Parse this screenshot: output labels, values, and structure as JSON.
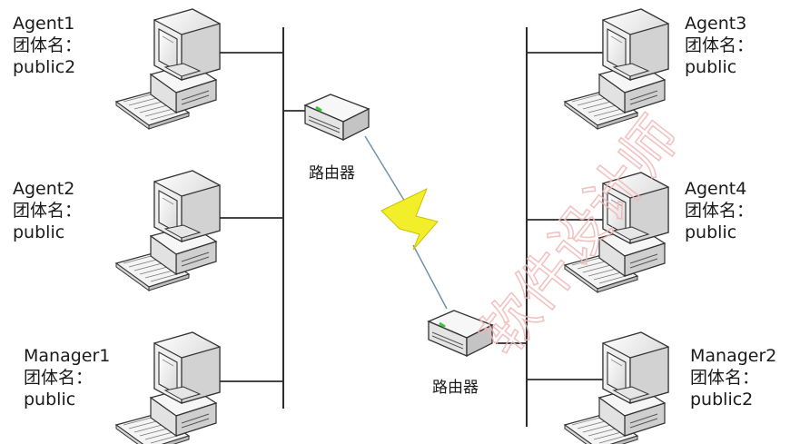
{
  "nodes": {
    "agent1": {
      "name": "Agent1",
      "label": "团体名：",
      "community": "public2"
    },
    "agent2": {
      "name": "Agent2",
      "label": "团体名：",
      "community": "public"
    },
    "manager1": {
      "name": "Manager1",
      "label": "团体名：",
      "community": "public"
    },
    "agent3": {
      "name": "Agent3",
      "label": "团体名：",
      "community": "public"
    },
    "agent4": {
      "name": "Agent4",
      "label": "团体名：",
      "community": "public"
    },
    "manager2": {
      "name": "Manager2",
      "label": "团体名：",
      "community": "public2"
    }
  },
  "routers": {
    "left": {
      "label": "路由器"
    },
    "right": {
      "label": "路由器"
    }
  },
  "watermark": "软件设计师",
  "colors": {
    "line": "#2b2b2b",
    "link": "#6a8fa8",
    "bolt": "#f2ef2a",
    "watermark": "#f0b8b8",
    "router_led": "#3cc43c"
  },
  "icons": {
    "computer": "computer-icon",
    "router": "router-icon",
    "wan_link": "lightning-bolt-icon"
  }
}
